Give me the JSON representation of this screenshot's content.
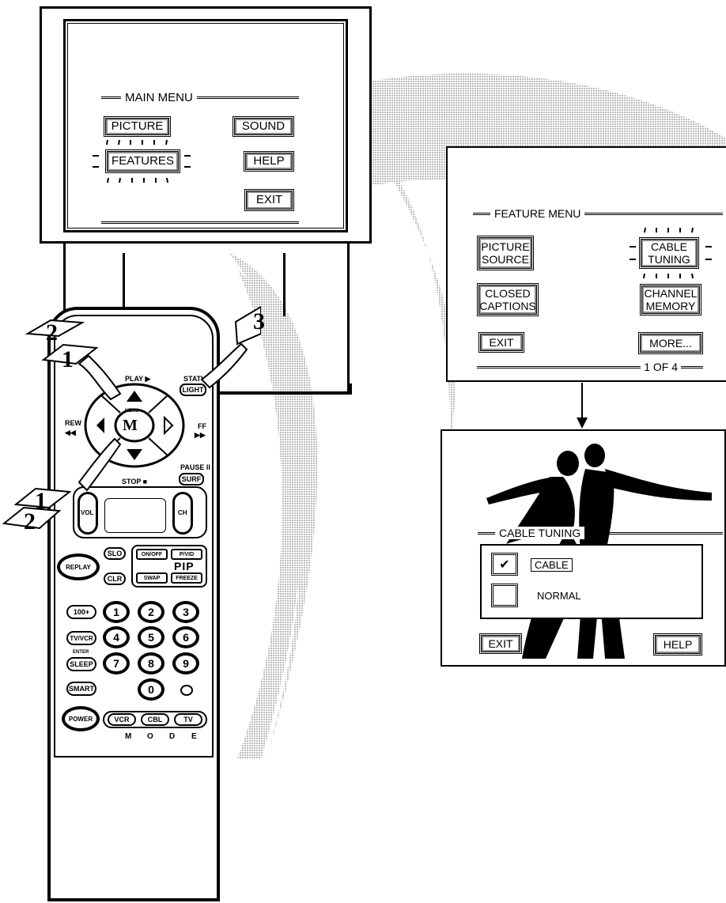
{
  "main_menu": {
    "title": "MAIN MENU",
    "picture": "PICTURE",
    "sound": "SOUND",
    "features": "FEATURES",
    "help": "HELP",
    "exit": "EXIT"
  },
  "feature_menu": {
    "title": "FEATURE MENU",
    "picture_source": "PICTURE SOURCE",
    "cable_tuning": "CABLE TUNING",
    "closed_captions": "CLOSED CAPTIONS",
    "channel_memory": "CHANNEL MEMORY",
    "exit": "EXIT",
    "more": "MORE...",
    "page": "1 OF 4"
  },
  "cable_tuning_menu": {
    "title": "CABLE TUNING",
    "cable": "CABLE",
    "normal": "NORMAL",
    "exit": "EXIT",
    "help": "HELP",
    "check": "✔"
  },
  "steps": {
    "one_top": "1",
    "two_top": "2",
    "three": "3",
    "one_bottom": "1",
    "two_bottom": "2"
  },
  "remote": {
    "play": "PLAY ▶",
    "status": "STATUS",
    "light": "LIGHT",
    "rew": "REW",
    "rew_arrows": "◀◀",
    "ff": "FF",
    "ff_arrows": "▶▶",
    "menu_small": "MENU",
    "menu_m": "M",
    "pause": "PAUSE ll",
    "surf": "SURF",
    "stop": "STOP ■",
    "vol": "VOL",
    "ch": "CH",
    "slo": "SLO",
    "replay": "REPLAY",
    "clr": "CLR",
    "onoff": "ON/OFF",
    "pvid": "P/VID",
    "pip": "PIP",
    "swap": "SWAP",
    "freeze": "FREEZE",
    "hundred": "100+",
    "tvvcr": "TV/VCR",
    "enter": "ENTER",
    "sleep": "SLEEP",
    "smart": "SMART",
    "power": "POWER",
    "vcr": "VCR",
    "cbl": "CBL",
    "tv": "TV",
    "mode_letters": [
      "M",
      "O",
      "D",
      "E"
    ],
    "digits": [
      "1",
      "2",
      "3",
      "4",
      "5",
      "6",
      "7",
      "8",
      "9",
      "0"
    ]
  }
}
